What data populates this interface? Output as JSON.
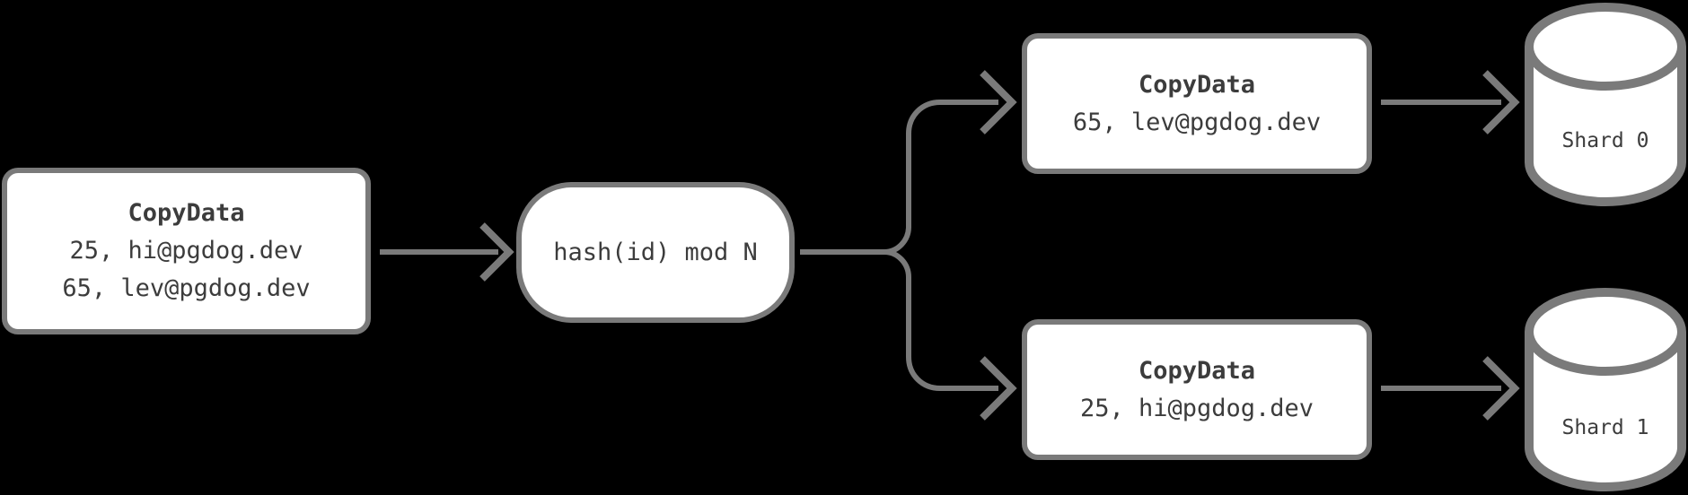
{
  "background": "#000000",
  "colors": {
    "node_fill": "#ffffff",
    "stroke": "#7a7a7a",
    "text": "#3c3c3c"
  },
  "nodes": {
    "source": {
      "title": "CopyData",
      "rows": [
        "25, hi@pgdog.dev",
        "65, lev@pgdog.dev"
      ]
    },
    "hash": {
      "label": "hash(id) mod N"
    },
    "copy_shard0": {
      "title": "CopyData",
      "rows": [
        "65, lev@pgdog.dev"
      ]
    },
    "copy_shard1": {
      "title": "CopyData",
      "rows": [
        "25, hi@pgdog.dev"
      ]
    },
    "shard0": {
      "label": "Shard 0"
    },
    "shard1": {
      "label": "Shard 1"
    }
  },
  "edges": [
    {
      "from": "source",
      "to": "hash"
    },
    {
      "from": "hash",
      "to": "copy_shard0"
    },
    {
      "from": "hash",
      "to": "copy_shard1"
    },
    {
      "from": "copy_shard0",
      "to": "shard0"
    },
    {
      "from": "copy_shard1",
      "to": "shard1"
    }
  ],
  "icons": {
    "shard0": "database-cylinder-icon",
    "shard1": "database-cylinder-icon"
  }
}
